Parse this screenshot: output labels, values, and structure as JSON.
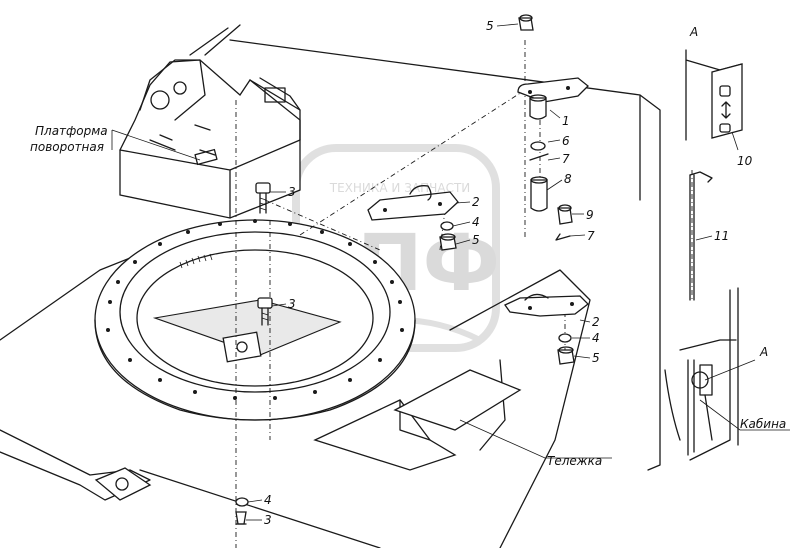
{
  "labels": {
    "platform_line1": "Платформа",
    "platform_line2": "поворотная",
    "trolley": "Тележка",
    "cabin": "Кабина",
    "view_a_top": "А",
    "view_a_cabin": "А"
  },
  "watermark": {
    "line1": "ТЕХНИКА И ЗАПЧАСТИ",
    "logo": "ЭПФ"
  },
  "callouts": {
    "c5_top": "5",
    "c1": "1",
    "c6": "6",
    "c7a": "7",
    "c8": "8",
    "c9": "9",
    "c7b": "7",
    "c2a": "2",
    "c4a": "4",
    "c5a": "5",
    "c3a": "3",
    "c3b": "3",
    "c2b": "2",
    "c4b": "4",
    "c5b": "5",
    "c4c": "4",
    "c3c": "3",
    "c10": "10",
    "c11": "11"
  }
}
